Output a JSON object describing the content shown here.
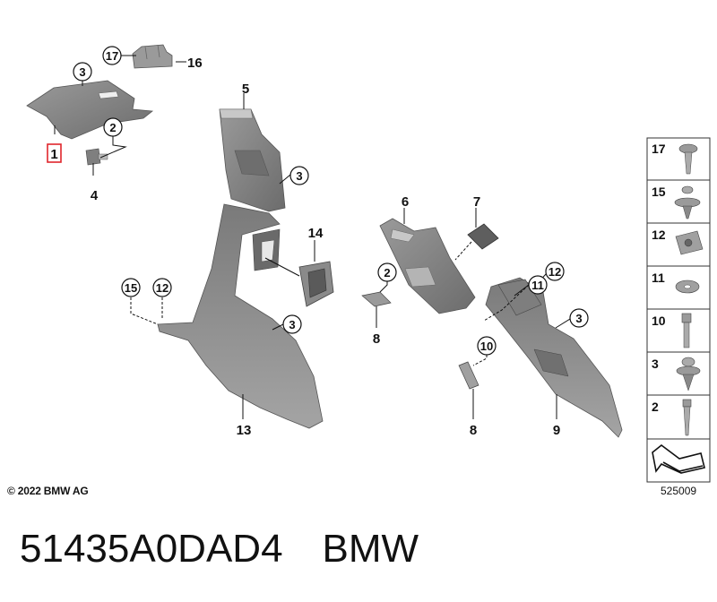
{
  "diagram": {
    "callouts": {
      "c3a": "3",
      "c17": "17",
      "c2a": "2",
      "c5": "5",
      "c3b": "3",
      "c14": "14",
      "c15": "15",
      "c12a": "12",
      "c3c": "3",
      "c6": "6",
      "c7": "7",
      "c2b": "2",
      "c12b": "12",
      "c11": "11",
      "c3d": "3",
      "c10": "10"
    },
    "labels": {
      "l16": "16",
      "l1": "1",
      "l4": "4",
      "l5": "5",
      "l14": "14",
      "l13": "13",
      "l6": "6",
      "l7": "7",
      "l8a": "8",
      "l8b": "8",
      "l9": "9"
    },
    "legend": [
      "17",
      "15",
      "12",
      "11",
      "10",
      "3",
      "2"
    ],
    "colors": {
      "part_fill": "#8e8e8e",
      "part_dark": "#6d6d6d",
      "highlight_box": "#e0262c"
    }
  },
  "footer": {
    "copyright": "© 2022 BMW AG",
    "diagram_number": "525009",
    "part_number": "51435A0DAD4",
    "brand": "BMW"
  }
}
